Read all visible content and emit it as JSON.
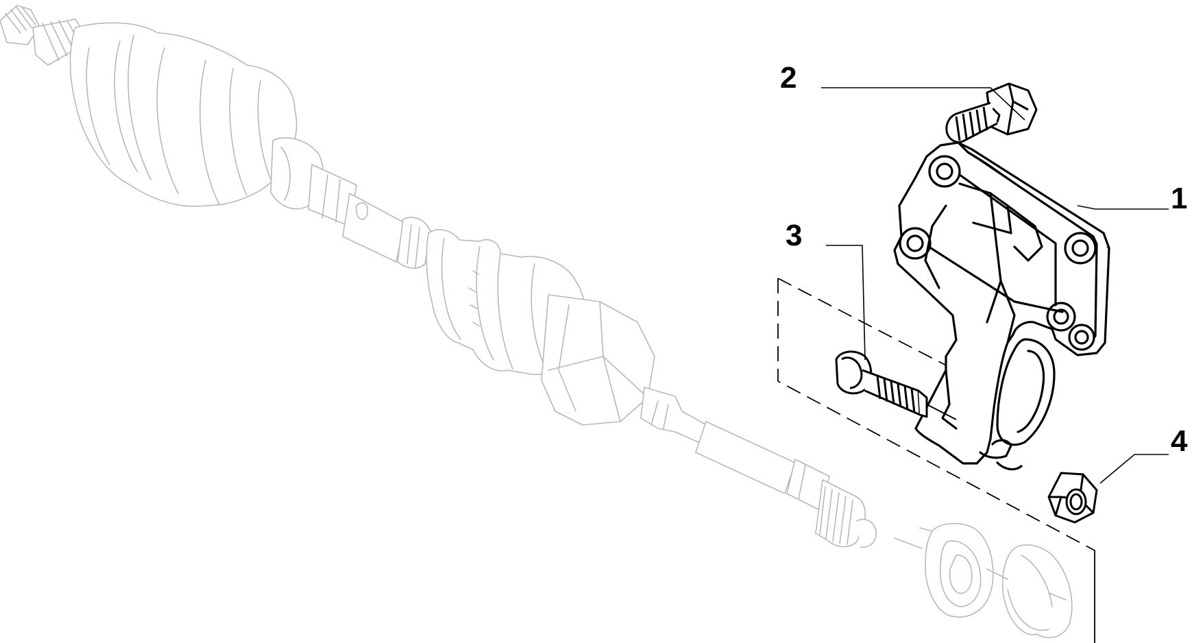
{
  "callouts": [
    {
      "number": "1",
      "part": "support-bracket"
    },
    {
      "number": "2",
      "part": "hex-bolt"
    },
    {
      "number": "3",
      "part": "clamp-bolt"
    },
    {
      "number": "4",
      "part": "hex-nut"
    }
  ],
  "colors": {
    "shaft_line": "#b8b8b8",
    "part_line": "#000000",
    "background": "#ffffff"
  }
}
